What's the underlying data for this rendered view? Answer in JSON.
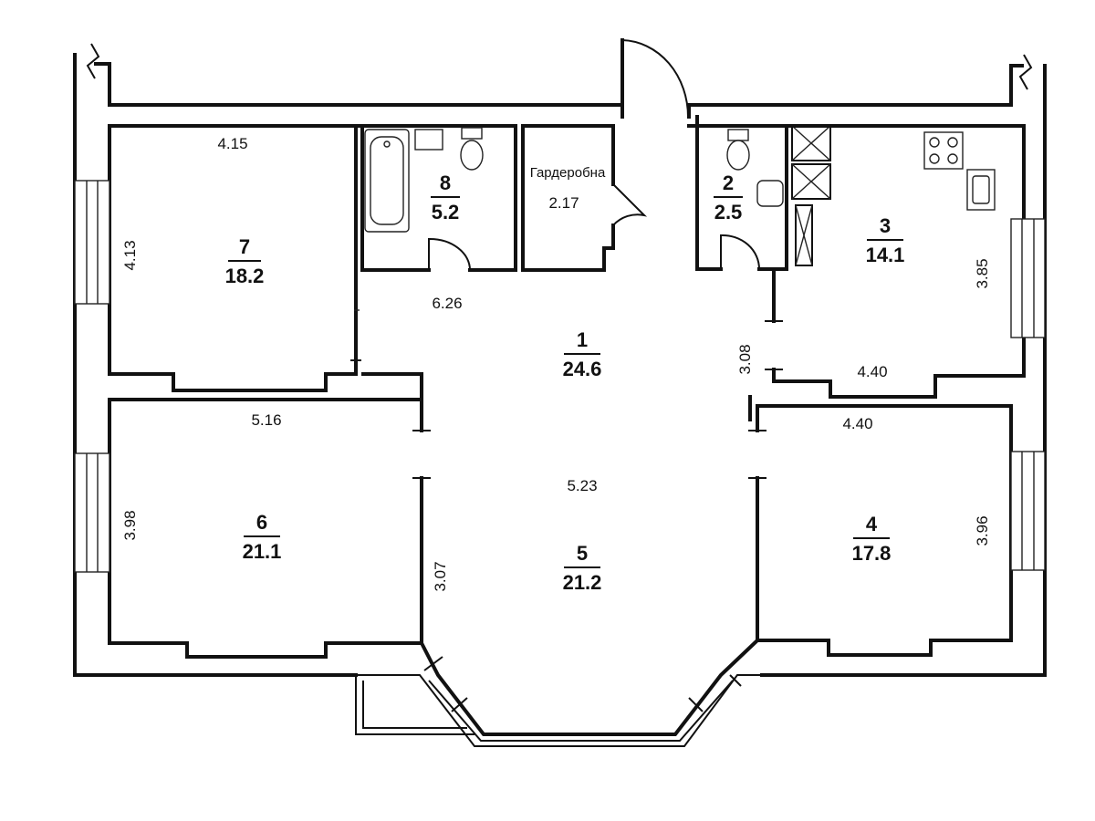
{
  "rooms": [
    {
      "number": "1",
      "area": "24.6"
    },
    {
      "number": "2",
      "area": "2.5"
    },
    {
      "number": "3",
      "area": "14.1"
    },
    {
      "number": "4",
      "area": "17.8"
    },
    {
      "number": "5",
      "area": "21.2"
    },
    {
      "number": "6",
      "area": "21.1"
    },
    {
      "number": "7",
      "area": "18.2"
    },
    {
      "number": "8",
      "area": "5.2"
    }
  ],
  "wardrobe": {
    "label": "Гардеробна",
    "dimension": "2.17"
  },
  "dimensions": {
    "room7_width": "4.15",
    "room7_depth": "4.13",
    "hall_width": "6.26",
    "room3_depth": "3.85",
    "room3_width": "4.40",
    "hall_depth": "3.08",
    "room6_width": "5.16",
    "room6_depth": "3.98",
    "room5_width": "5.23",
    "room5_depth": "3.07",
    "room4_width": "4.40",
    "room4_depth": "3.96"
  },
  "colors": {
    "line": "#111111",
    "background": "#ffffff"
  }
}
